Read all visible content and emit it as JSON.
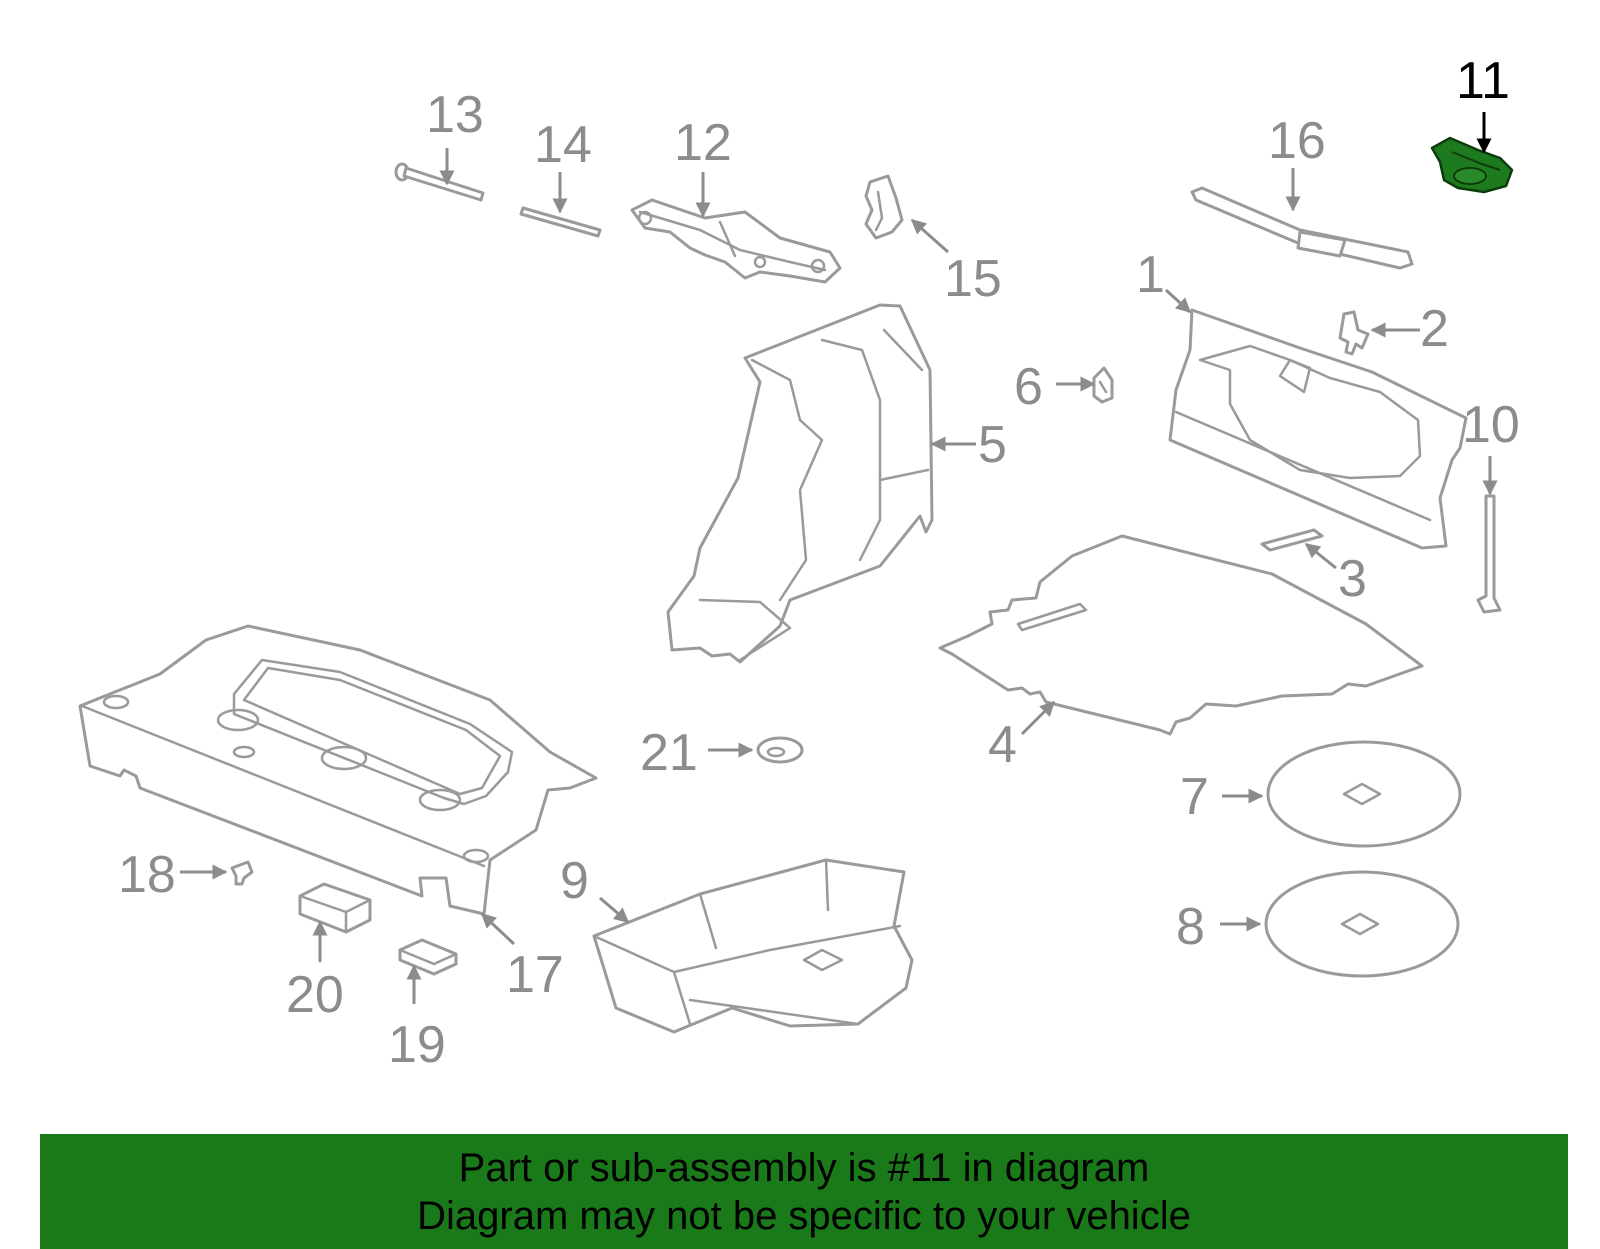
{
  "diagram": {
    "callouts": {
      "c1": "1",
      "c2": "2",
      "c3": "3",
      "c4": "4",
      "c5": "5",
      "c6": "6",
      "c7": "7",
      "c8": "8",
      "c9": "9",
      "c10": "10",
      "c11": "11",
      "c12": "12",
      "c13": "13",
      "c14": "14",
      "c15": "15",
      "c16": "16",
      "c17": "17",
      "c18": "18",
      "c19": "19",
      "c20": "20",
      "c21": "21"
    },
    "highlighted_part": "11",
    "highlight_color": "#1e7a1e",
    "part_color": "#9a9a9a"
  },
  "banner": {
    "line1": "Part or sub-assembly is #11 in diagram",
    "line2": "Diagram may not be specific to your vehicle",
    "background": "#1a7a1a"
  }
}
